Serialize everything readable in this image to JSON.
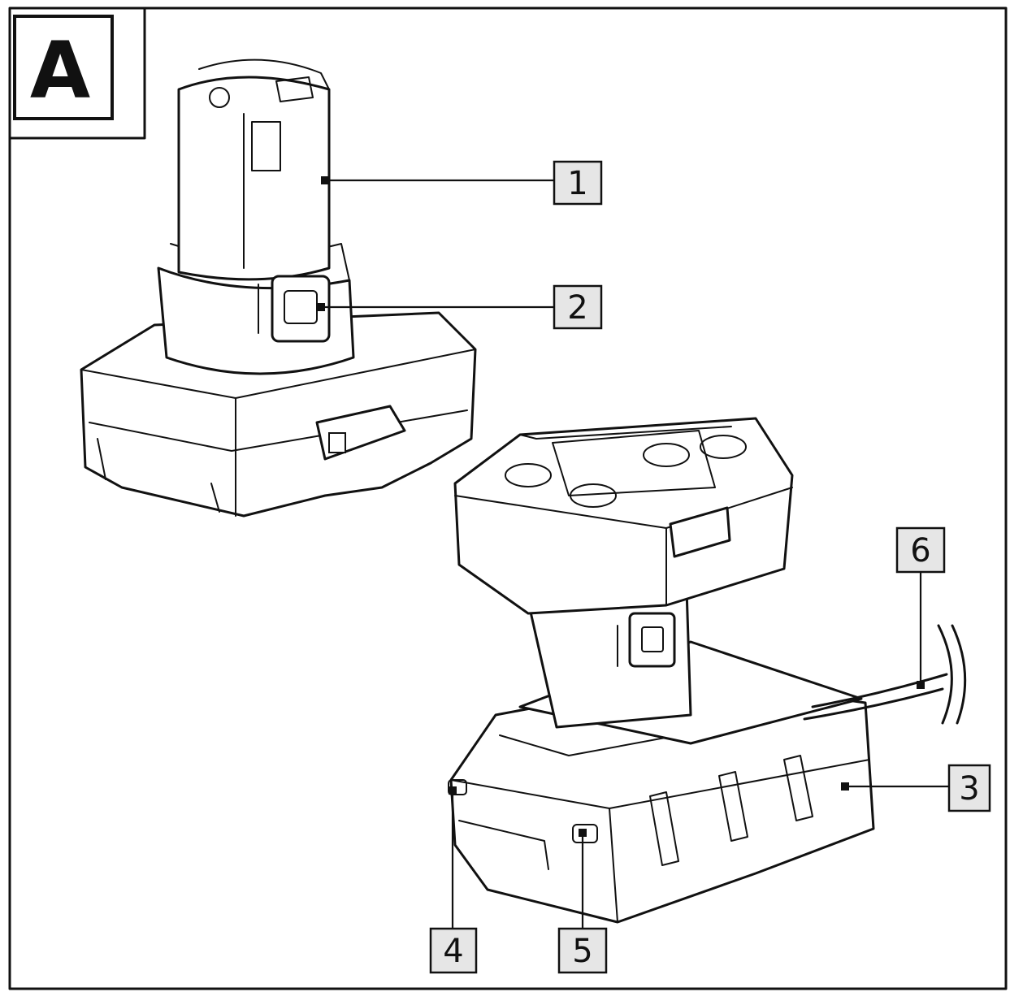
{
  "panel": {
    "letter": "A"
  },
  "callouts": {
    "battery_pack": "1",
    "release_button": "2",
    "charger": "3",
    "indicator_led_left": "4",
    "indicator_led_front": "5",
    "power_cord": "6"
  },
  "colors": {
    "ink": "#111111",
    "callout_fill": "#e6e6e6",
    "background": "#ffffff"
  }
}
